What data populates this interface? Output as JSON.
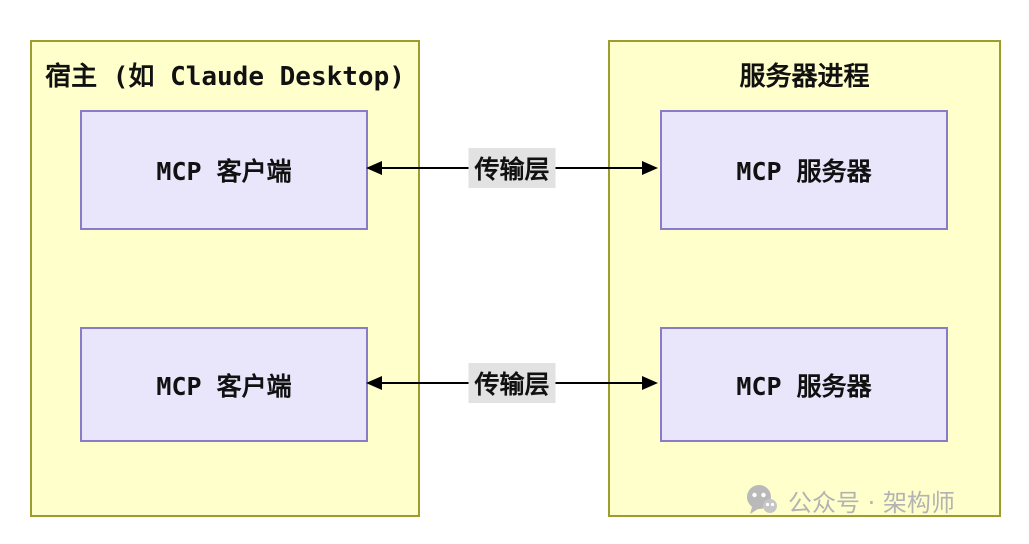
{
  "diagram": {
    "host": {
      "title": "宿主 (如 Claude Desktop)",
      "items": [
        "MCP 客户端",
        "MCP 客户端"
      ]
    },
    "server": {
      "title": "服务器进程",
      "items": [
        "MCP 服务器",
        "MCP 服务器"
      ]
    },
    "links": [
      {
        "label": "传输层"
      },
      {
        "label": "传输层"
      }
    ],
    "watermark": {
      "text": "公众号 · 架构师"
    },
    "colors": {
      "outer_fill": "#ffffcc",
      "outer_border": "#9c9c2f",
      "inner_fill": "#e9e6fc",
      "inner_border": "#8a7bc8",
      "arrow": "#000000",
      "link_label_bg": "#e2e2e2",
      "text": "#111111",
      "watermark": "#b3b3b3"
    }
  }
}
